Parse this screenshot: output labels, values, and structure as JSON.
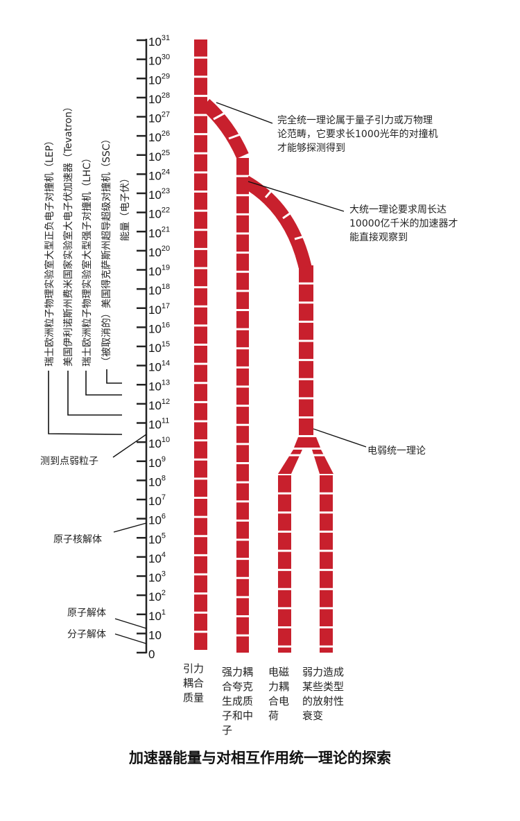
{
  "title": "加速器能量与对相互作用统一理论的探索",
  "axis": {
    "label": "能量（电子伏）",
    "ticks": [
      "10^31",
      "10^30",
      "10^29",
      "10^28",
      "10^27",
      "10^26",
      "10^25",
      "10^24",
      "10^23",
      "10^22",
      "10^21",
      "10^20",
      "10^19",
      "10^18",
      "10^17",
      "10^16",
      "10^15",
      "10^14",
      "10^13",
      "10^12",
      "10^11",
      "10^10",
      "10^9",
      "10^8",
      "10^7",
      "10^6",
      "10^5",
      "10^4",
      "10^3",
      "10^2",
      "10^1",
      "10",
      "0"
    ]
  },
  "accelerators": [
    {
      "label": "瑞士欧洲粒子物理实验室大型正负电子对撞机（LEP）",
      "energy": "10^11"
    },
    {
      "label": "美国伊利诺斯州费米国家实验室大电子伏加速器（Tevatron）",
      "energy": "10^12"
    },
    {
      "label": "瑞士欧洲粒子物理实验室大型强子对撞机（LHC）",
      "energy": "10^13"
    },
    {
      "label": "（被取消的）美国得克萨斯州超导超级对撞机（SSC）",
      "energy": "10^13.5"
    }
  ],
  "left_annotations": [
    {
      "label": "测到点弱粒子",
      "energy": "10^10"
    },
    {
      "label": "原子核解体",
      "energy": "10^6"
    },
    {
      "label": "原子解体",
      "energy": "10^1"
    },
    {
      "label": "分子解体",
      "energy": "10"
    }
  ],
  "right_annotations": [
    {
      "label_lines": [
        "完全统一理论属于量子引力或万物理",
        "论范畴，它要求长1000光年的对撞机",
        "才能够探测得到"
      ],
      "energy": "10^28"
    },
    {
      "label_lines": [
        "大统一理论要求周长达",
        "10000亿千米的加速器才",
        "能直接观察到"
      ],
      "energy": "10^24"
    },
    {
      "label_lines": [
        "电弱统一理论"
      ],
      "energy": "10^10"
    }
  ],
  "forces": [
    {
      "label": "引力耦合质量"
    },
    {
      "label": "强力耦合夸克生成质子和中子"
    },
    {
      "label": "电磁力耦合电荷"
    },
    {
      "label": "弱力造成某些类型的放射性衰变"
    }
  ],
  "colors": {
    "bar": "#c8202d",
    "line": "#111111",
    "text": "#222222"
  }
}
